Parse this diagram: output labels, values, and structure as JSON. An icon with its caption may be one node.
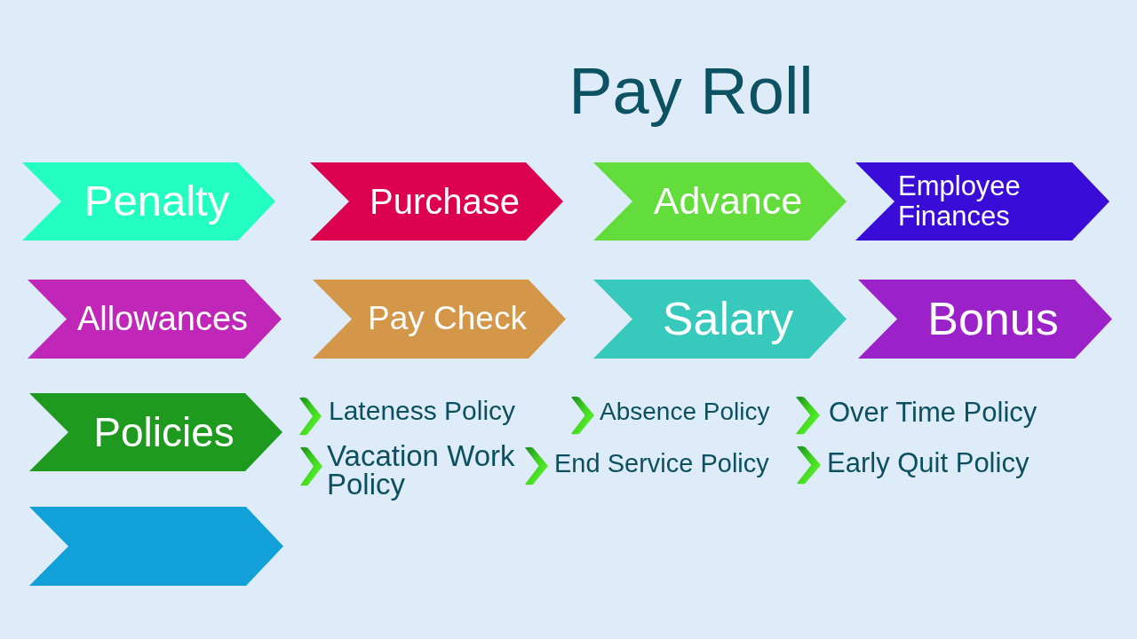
{
  "diagram": {
    "title": "Pay Roll",
    "nodes": [
      {
        "text": [
          "Penalty"
        ]
      },
      {
        "text": [
          "Purchase"
        ]
      },
      {
        "text": [
          "Advance"
        ]
      },
      {
        "text": [
          "Employee Finances"
        ]
      },
      {
        "text": [
          "Allowances"
        ]
      },
      {
        "text": [
          "Pay Check"
        ]
      },
      {
        "text": [
          "Salary"
        ]
      },
      {
        "text": [
          "Bonus"
        ]
      },
      {
        "text": [
          "Policies"
        ]
      },
      {
        "text": [],
        "shape": "chevron"
      }
    ],
    "labels": [
      "Lateness Policy",
      "Absence Policy",
      "Over Time Policy",
      "Vacation Work Policy",
      "End Service Policy",
      "Early Quit Policy"
    ]
  }
}
